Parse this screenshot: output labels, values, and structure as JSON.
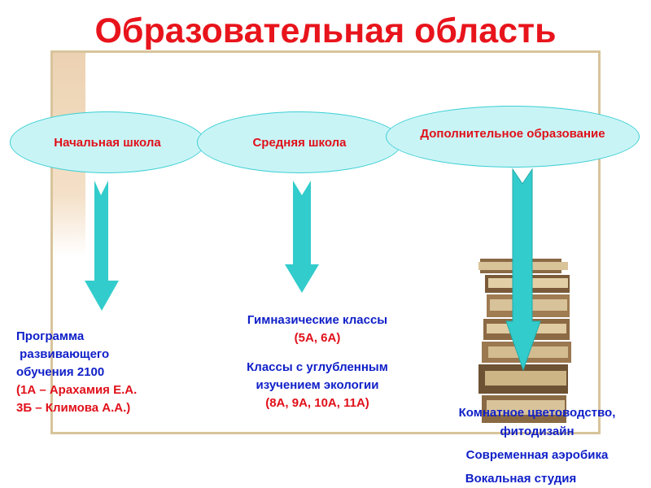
{
  "title": "Образовательная область",
  "columns": [
    {
      "label": "Начальная школа"
    },
    {
      "label": "Средняя школа"
    },
    {
      "label": "Дополнительное образование"
    }
  ],
  "primary": {
    "lines": [
      "Программа",
      " развивающего",
      "обучения 2100"
    ],
    "classes": [
      "(1А – Арахамия Е.А.",
      "3Б – Климова А.А.)"
    ]
  },
  "secondary": {
    "gym": "Гимназические классы",
    "gym_classes": "(5А, 6А)",
    "eco": [
      "Классы с углубленным",
      "изучением экологии"
    ],
    "eco_classes": "(8А, 9А, 10А, 11А)"
  },
  "additional": [
    "Комнатное цветоводство,",
    "фитодизайн",
    "Современная аэробика",
    "Вокальная студия"
  ],
  "colors": {
    "title": "#e8141c",
    "arrow": "#33cccc",
    "oval": "#c9f4f6",
    "blue": "#1020c8"
  }
}
